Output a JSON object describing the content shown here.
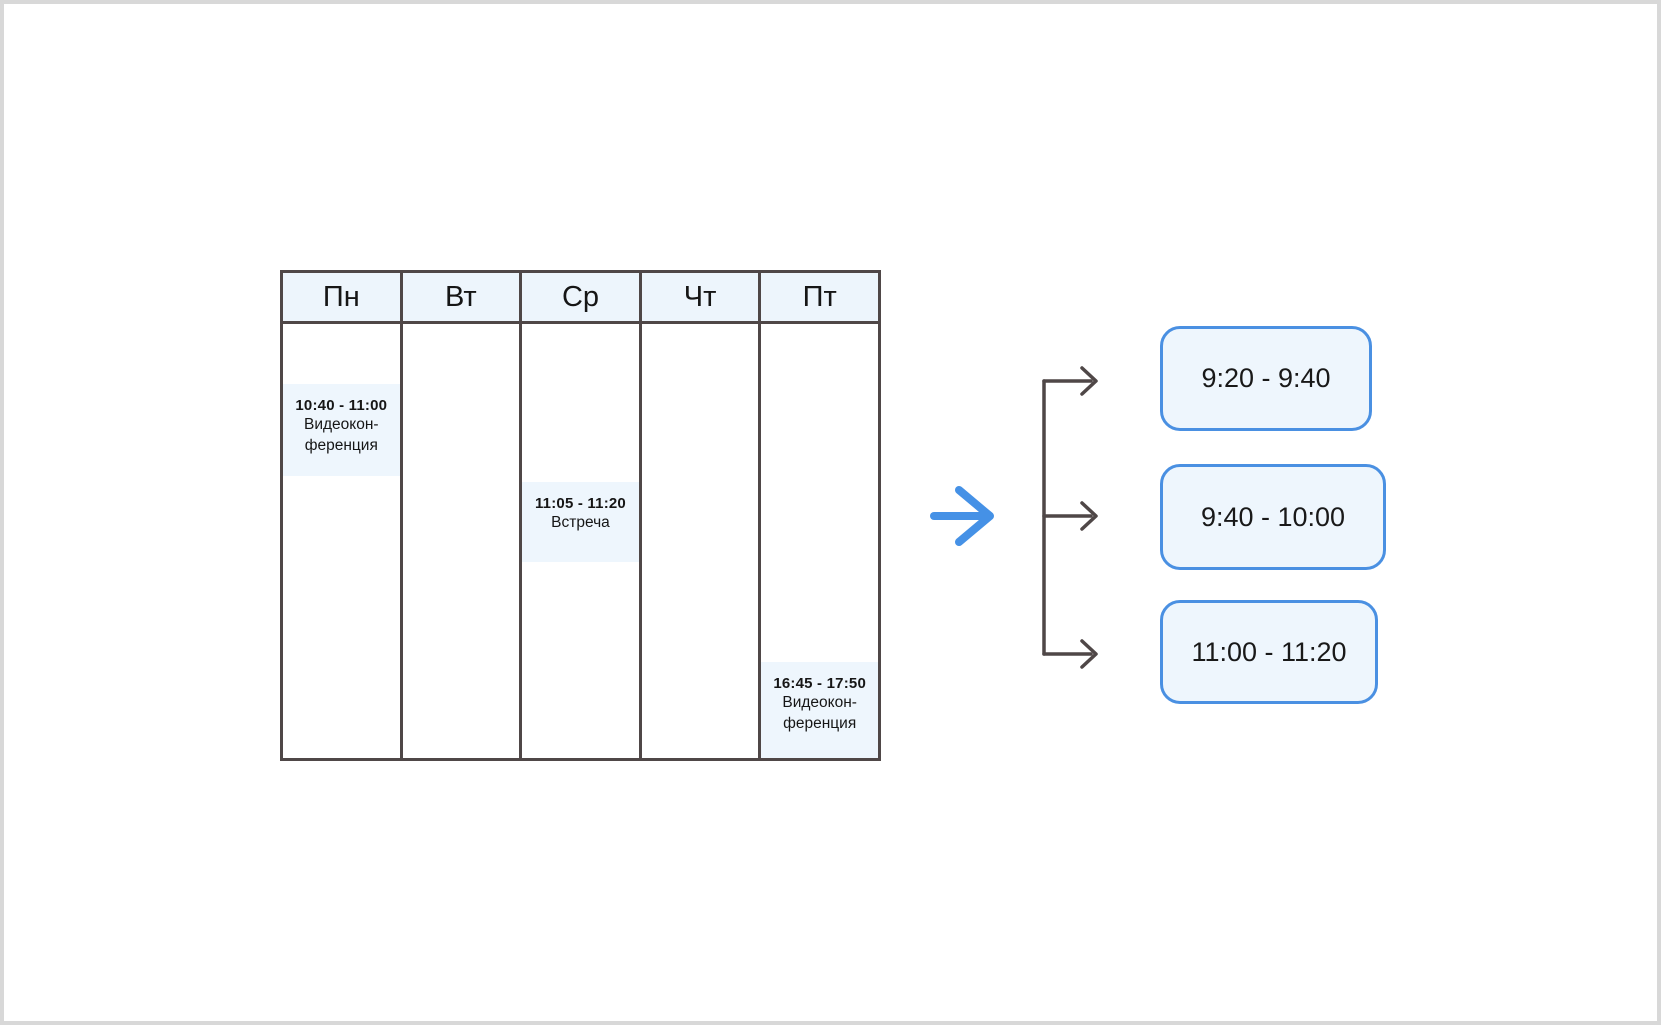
{
  "calendar": {
    "days": [
      "Пн",
      "Вт",
      "Ср",
      "Чт",
      "Пт"
    ],
    "events": {
      "mon": {
        "time": "10:40 - 11:00",
        "title_line1": "Видеокон-",
        "title_line2": "ференция"
      },
      "wed": {
        "time": "11:05 - 11:20",
        "title_line1": "Встреча"
      },
      "fri": {
        "time": "16:45 - 17:50",
        "title_line1": "Видеокон-",
        "title_line2": "ференция"
      }
    }
  },
  "slots": {
    "slot1": "9:20 - 9:40",
    "slot2": "9:40 - 10:00",
    "slot3": "11:00 - 11:20"
  },
  "colors": {
    "dark_line": "#4f4747",
    "blue_accent": "#4a90e2",
    "blue_flow_arrow": "#4591e6",
    "light_blue_fill": "#edf5fc",
    "frame_border": "#d8d8d8"
  }
}
